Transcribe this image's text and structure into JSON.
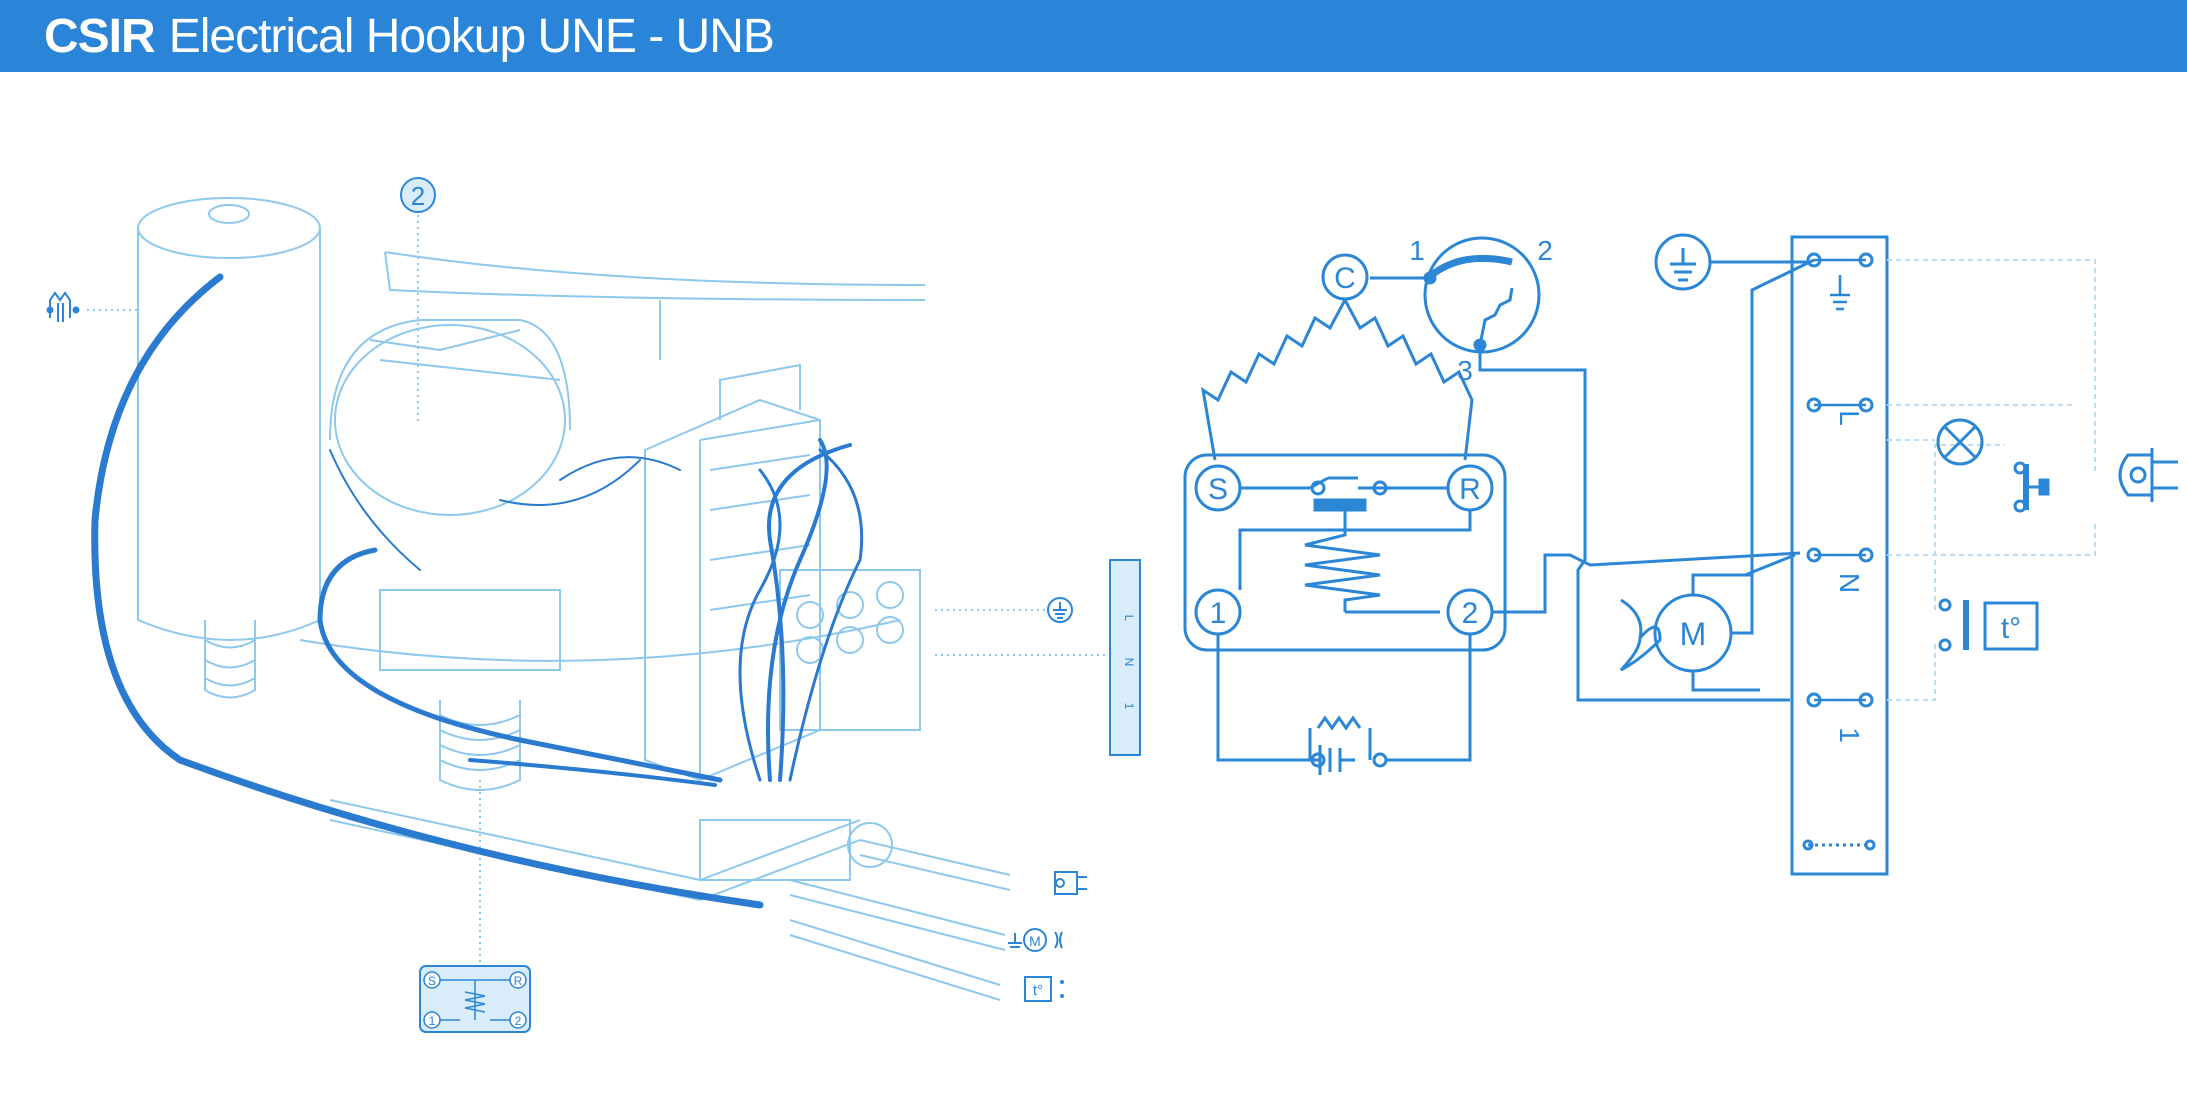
{
  "header": {
    "brand": "CSIR",
    "title": "Electrical Hookup UNE - UNB"
  },
  "colors": {
    "header_bg": "#2a84d8",
    "line_strong": "#2b86d6",
    "line_light": "#8ec8ec",
    "wire_dark": "#2a7ad0",
    "page_bg": "#ffffff"
  },
  "callouts": {
    "relay_number": "2"
  },
  "relay_unit": {
    "terminals": {
      "c": "C",
      "s": "S",
      "r": "R",
      "one": "1",
      "two": "2"
    }
  },
  "overload_protector": {
    "pins": {
      "p1": "1",
      "p2": "2",
      "p3": "3"
    }
  },
  "fan_motor": {
    "label": "M"
  },
  "thermostat": {
    "label": "t°"
  },
  "terminal_strip": {
    "labels": {
      "l": "L",
      "n": "N",
      "one": "1"
    }
  },
  "mini_legend": {
    "s": "S",
    "r": "R",
    "one": "1",
    "two": "2",
    "m": "M",
    "t": "t°"
  },
  "small_strip_labels": {
    "l": "L",
    "n": "N",
    "one": "1"
  }
}
